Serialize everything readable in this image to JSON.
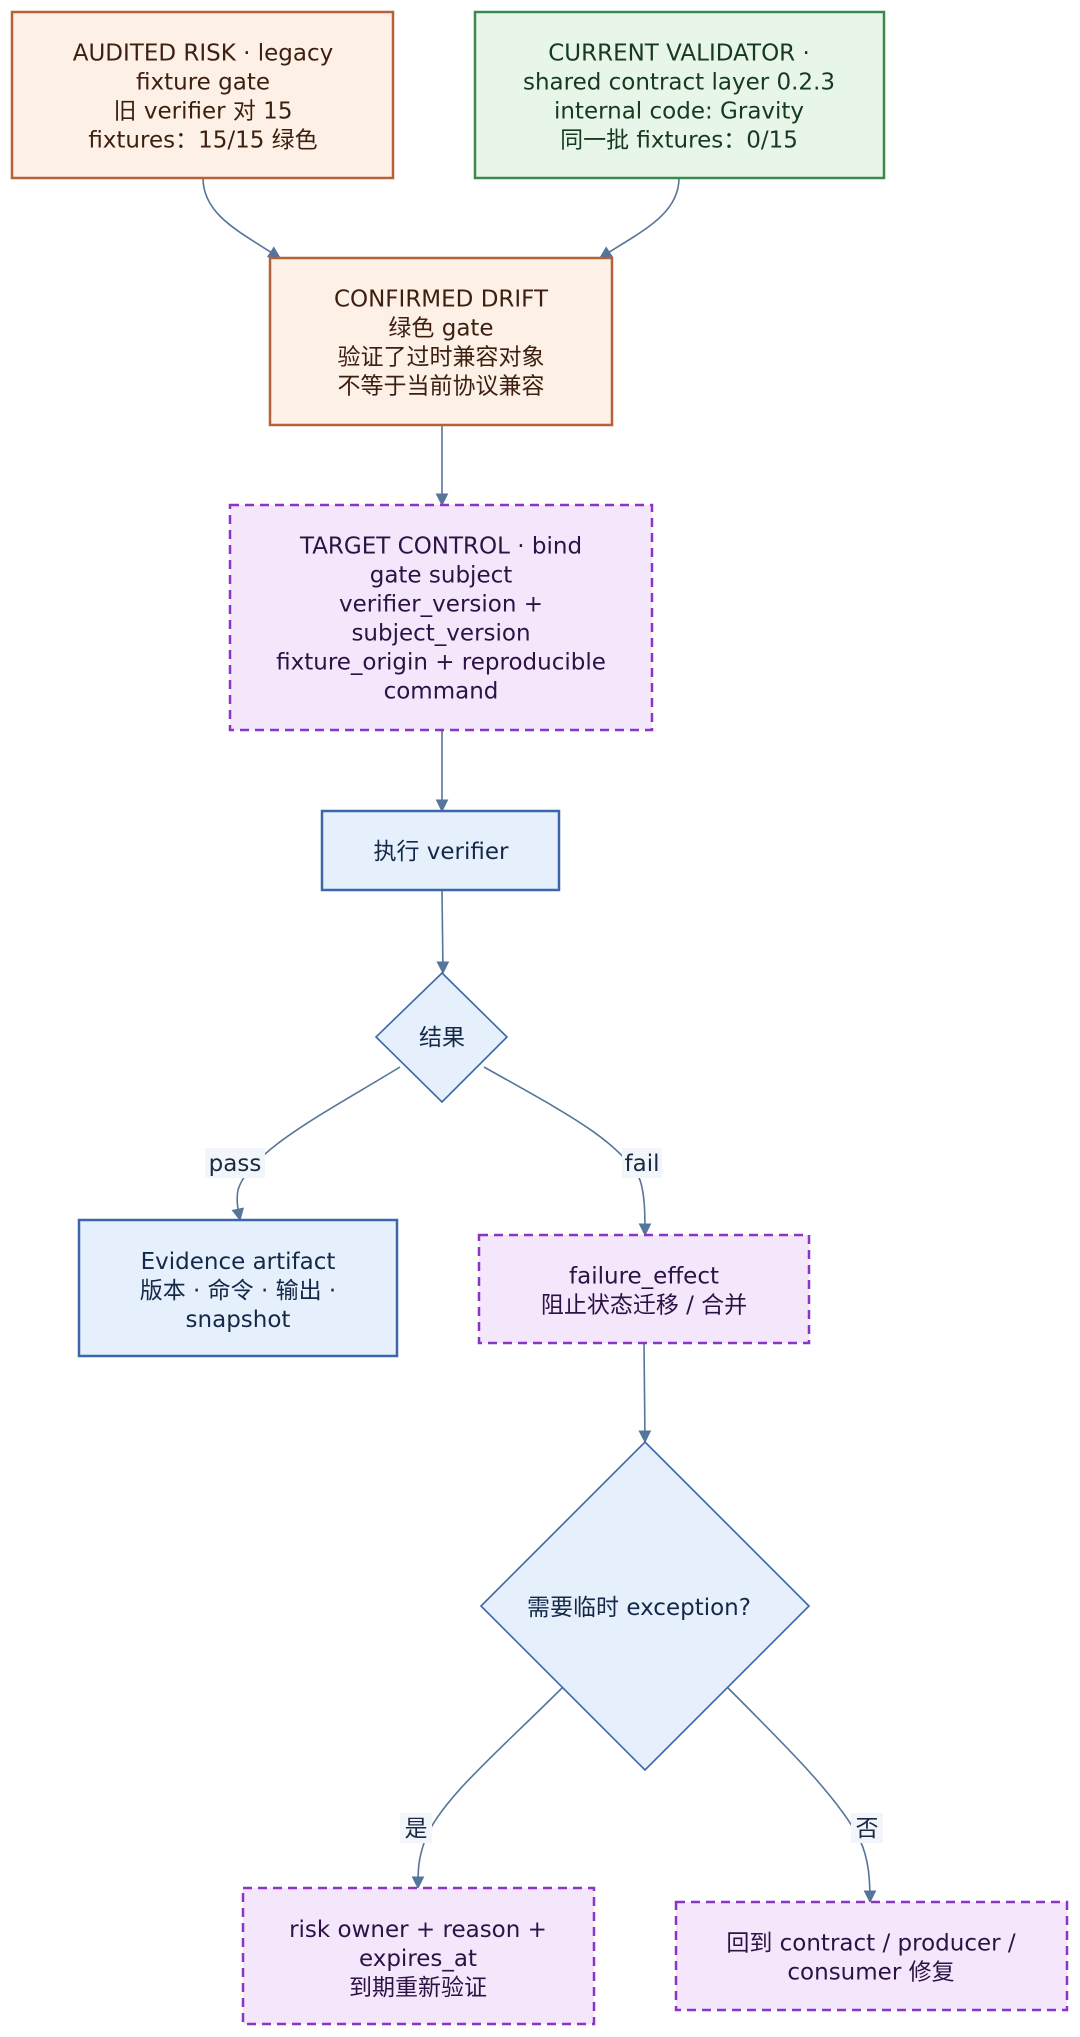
{
  "nodes": {
    "audited_risk": {
      "lines": [
        "AUDITED RISK · legacy",
        "fixture gate",
        "旧 verifier 对 15",
        "fixtures：15/15 绿色"
      ],
      "fill": "#fdf0e6",
      "stroke": "#b5613a",
      "text": "#3d1f0f"
    },
    "current_validator": {
      "lines": [
        "CURRENT VALIDATOR ·",
        "shared contract layer 0.2.3",
        "internal code: Gravity",
        "同一批 fixtures：0/15"
      ],
      "fill": "#e8f6ea",
      "stroke": "#3a8a4e",
      "text": "#153a1e"
    },
    "confirmed_drift": {
      "lines": [
        "CONFIRMED DRIFT",
        "绿色 gate",
        "验证了过时兼容对象",
        "不等于当前协议兼容"
      ],
      "fill": "#fdf0e6",
      "stroke": "#b5613a",
      "text": "#3d1f0f"
    },
    "target_control": {
      "lines": [
        "TARGET CONTROL · bind",
        "gate subject",
        "verifier_version +",
        "subject_version",
        "fixture_origin + reproducible",
        "command"
      ],
      "fill": "#f4e7fc",
      "stroke": "#8a35c6",
      "text": "#2c1245"
    },
    "run_verifier": {
      "lines": [
        "执行 verifier"
      ],
      "fill": "#e6f0fd",
      "stroke": "#3b66a8",
      "text": "#142848"
    },
    "result": {
      "lines": [
        "结果"
      ],
      "fill": "#e6f0fd",
      "stroke": "#3b66a8",
      "text": "#142848"
    },
    "evidence": {
      "lines": [
        "Evidence artifact",
        "版本 · 命令 · 输出 ·",
        "snapshot"
      ],
      "fill": "#e6f0fd",
      "stroke": "#3b66a8",
      "text": "#142848"
    },
    "failure_effect": {
      "lines": [
        "failure_effect",
        "阻止状态迁移 / 合并"
      ],
      "fill": "#f4e7fc",
      "stroke": "#8a35c6",
      "text": "#2c1245"
    },
    "need_exception": {
      "lines": [
        "需要临时 exception?"
      ],
      "fill": "#e6f0fd",
      "stroke": "#3b66a8",
      "text": "#142848"
    },
    "risk_owner": {
      "lines": [
        "risk owner + reason +",
        "expires_at",
        "到期重新验证"
      ],
      "fill": "#f4e7fc",
      "stroke": "#8a35c6",
      "text": "#2c1245"
    },
    "return_contract": {
      "lines": [
        "回到 contract / producer /",
        "consumer 修复"
      ],
      "fill": "#f4e7fc",
      "stroke": "#8a35c6",
      "text": "#2c1245"
    }
  },
  "edge_labels": {
    "pass": "pass",
    "fail": "fail",
    "yes": "是",
    "no": "否"
  },
  "colors": {
    "edge": "#56759a",
    "label_bg": "#f2f5fa"
  }
}
